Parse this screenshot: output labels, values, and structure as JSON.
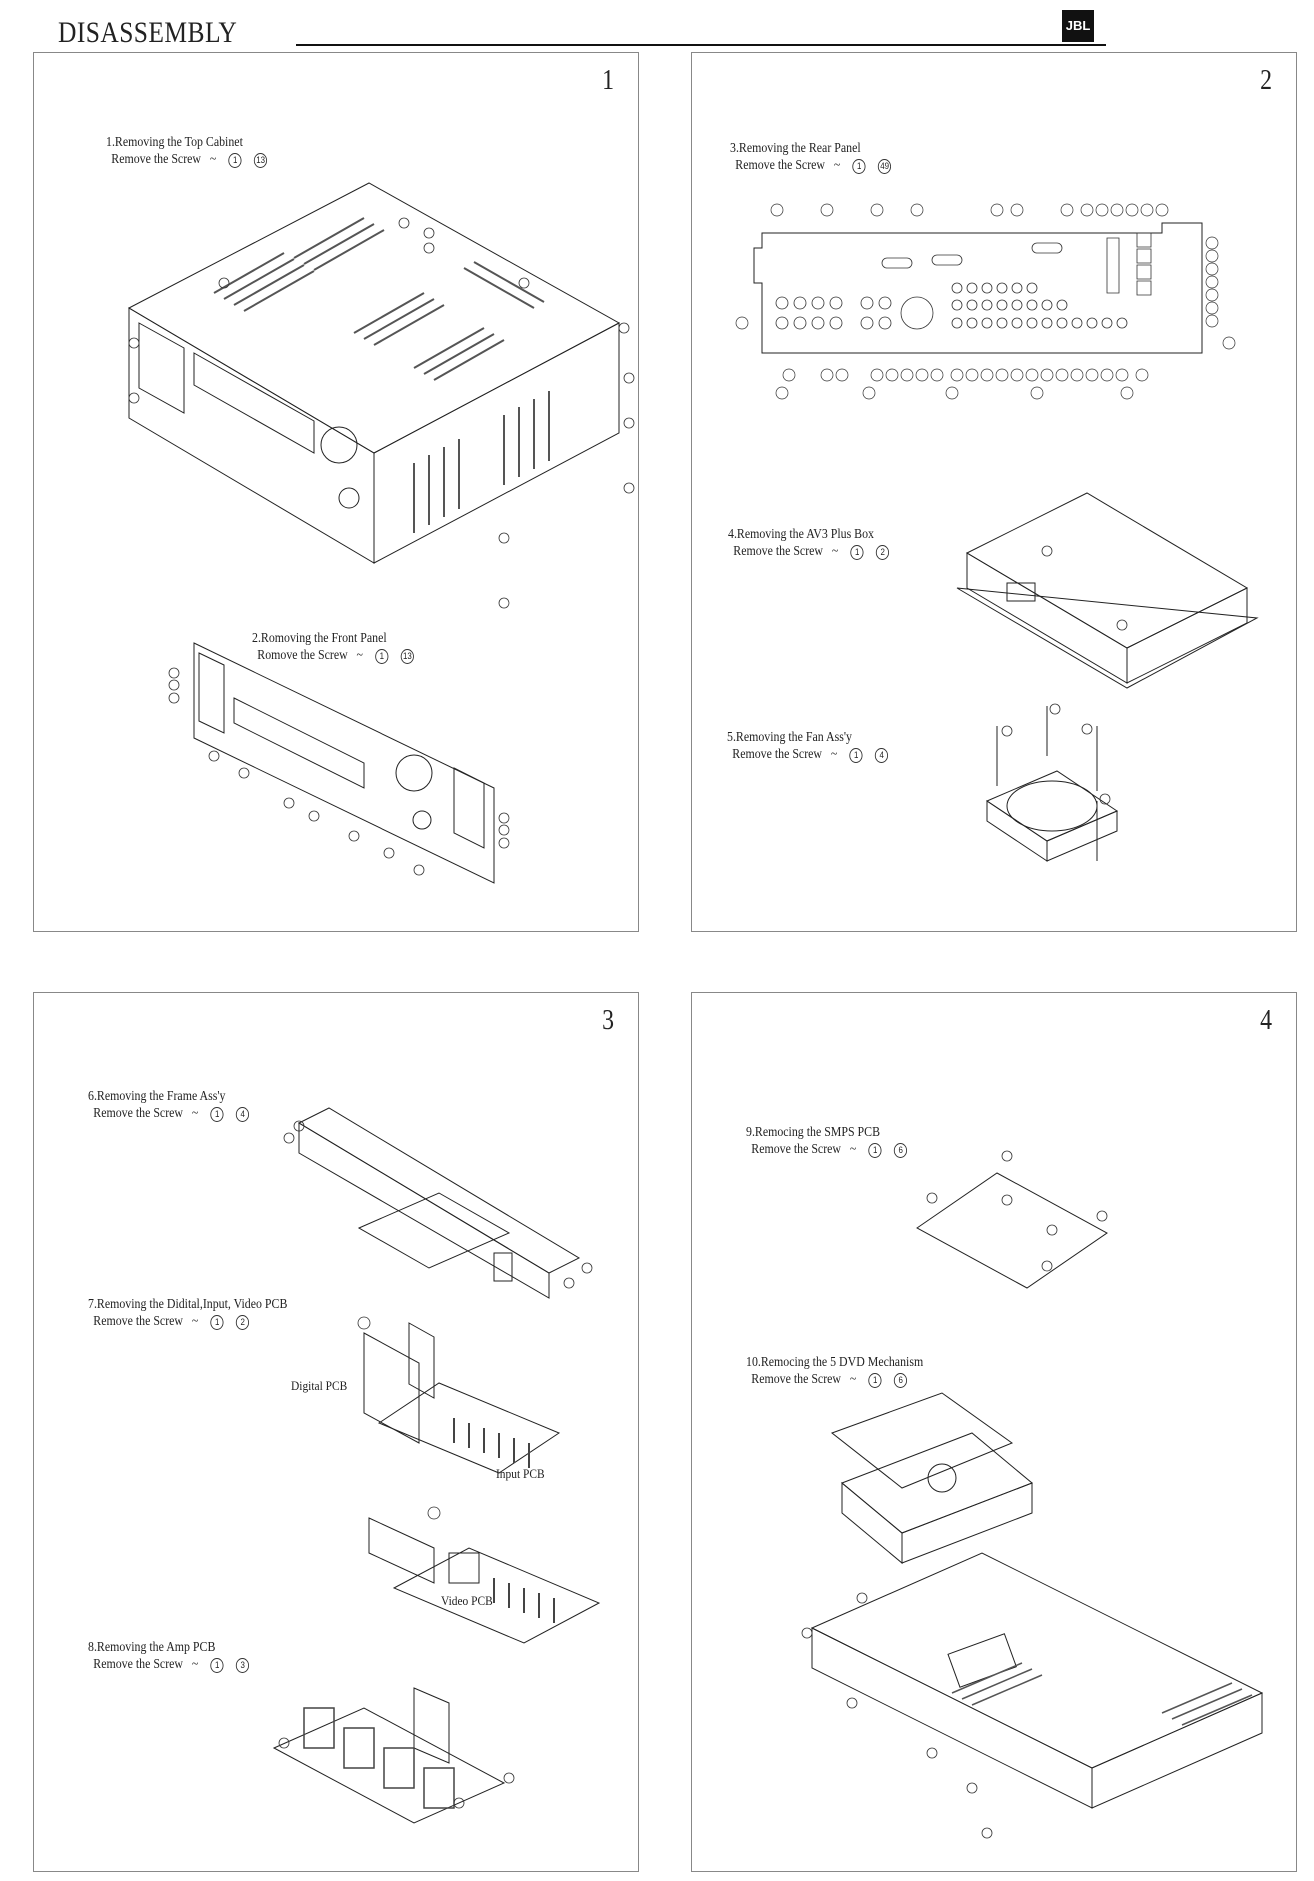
{
  "header": {
    "title": "DISASSEMBLY",
    "logo": "JBL"
  },
  "panels": [
    {
      "number": "1",
      "steps": [
        {
          "title": "1.Removing the Top Cabinet",
          "screw_text": "Remove the Screw",
          "from": "1",
          "to": "13"
        },
        {
          "title": "2.Romoving the Front Panel",
          "screw_text": "Romove the Screw",
          "from": "1",
          "to": "13"
        }
      ]
    },
    {
      "number": "2",
      "steps": [
        {
          "title": "3.Removing the Rear Panel",
          "screw_text": "Remove the Screw",
          "from": "1",
          "to": "49"
        },
        {
          "title": "4.Removing the AV3 Plus Box",
          "screw_text": "Remove the Screw",
          "from": "1",
          "to": "2"
        },
        {
          "title": "5.Removing the Fan Ass'y",
          "screw_text": "Remove the Screw",
          "from": "1",
          "to": "4"
        }
      ]
    },
    {
      "number": "3",
      "steps": [
        {
          "title": "6.Removing the Frame Ass'y",
          "screw_text": "Remove the Screw",
          "from": "1",
          "to": "4"
        },
        {
          "title": "7.Removing the  Didital,Input, Video PCB",
          "screw_text": "Remove the Screw",
          "from": "1",
          "to": "2"
        },
        {
          "title": "8.Removing the  Amp PCB",
          "screw_text": "Remove the Screw",
          "from": "1",
          "to": "3"
        }
      ],
      "labels": {
        "digital": "Digital PCB",
        "input": "Input PCB",
        "video": "Video PCB"
      }
    },
    {
      "number": "4",
      "steps": [
        {
          "title": "9.Remocing the  SMPS PCB",
          "screw_text": "Remove the Screw",
          "from": "1",
          "to": "6"
        },
        {
          "title": "10.Remocing the  5 DVD Mechanism",
          "screw_text": "Remove the Screw",
          "from": "1",
          "to": "6"
        }
      ]
    }
  ],
  "icons": [
    "screw-callout-icon",
    "receiver-chassis-drawing",
    "fan-drawing",
    "pcb-drawing",
    "dvd-mechanism-drawing"
  ]
}
